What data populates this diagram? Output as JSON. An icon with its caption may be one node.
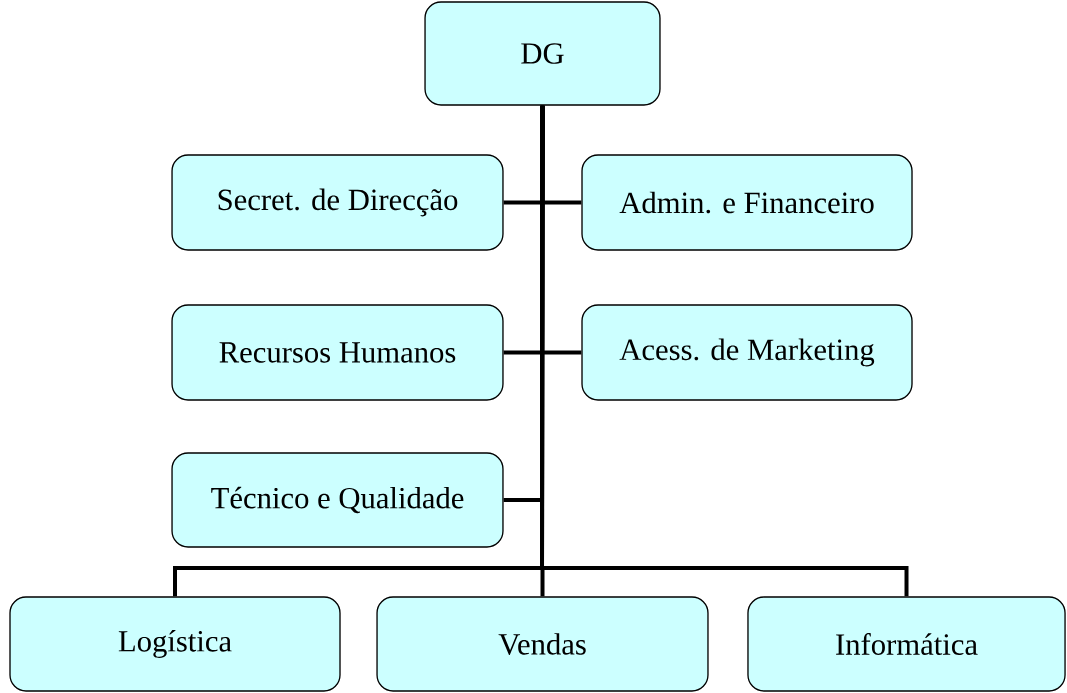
{
  "diagram": {
    "nodes": [
      {
        "text": [
          "DG"
        ]
      },
      {
        "text": [
          "Secret. de Direcção"
        ]
      },
      {
        "text": [
          "Admin. e Financeiro"
        ]
      },
      {
        "text": [
          "Recursos Humanos"
        ]
      },
      {
        "text": [
          "Acess. de Marketing"
        ]
      },
      {
        "text": [
          "Técnico e Qualidade"
        ]
      },
      {
        "text": [
          "Logística"
        ]
      },
      {
        "text": [
          "Vendas"
        ]
      },
      {
        "text": [
          "Informática"
        ]
      }
    ],
    "edges": [
      {
        "from": 0,
        "to": 1,
        "arrow": "none"
      },
      {
        "from": 0,
        "to": 2,
        "arrow": "none"
      },
      {
        "from": 0,
        "to": 3,
        "arrow": "none"
      },
      {
        "from": 0,
        "to": 4,
        "arrow": "none"
      },
      {
        "from": 0,
        "to": 5,
        "arrow": "none"
      },
      {
        "from": 0,
        "to": 6,
        "arrow": "none"
      },
      {
        "from": 0,
        "to": 7,
        "arrow": "none"
      },
      {
        "from": 0,
        "to": 8,
        "arrow": "none"
      }
    ]
  }
}
